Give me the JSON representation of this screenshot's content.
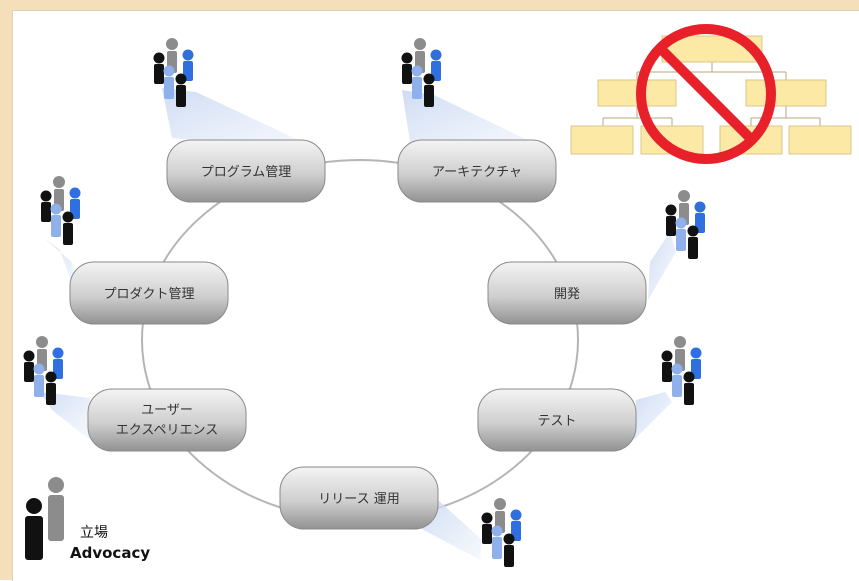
{
  "nodes": [
    {
      "id": "program",
      "label": "プログラム管理"
    },
    {
      "id": "architecture",
      "label": "アーキテクチャ"
    },
    {
      "id": "dev",
      "label": "開発"
    },
    {
      "id": "test",
      "label": "テスト"
    },
    {
      "id": "release",
      "label": "リリース 運用"
    },
    {
      "id": "ux",
      "label_line1": "ユーザー",
      "label_line2": "エクスペリエンス"
    },
    {
      "id": "product",
      "label": "プロダクト管理"
    }
  ],
  "legend": {
    "label_ja": "立場",
    "label_en": "Advocacy"
  },
  "colors": {
    "background": "#f4dfba",
    "pill_top": "#f2f2f2",
    "pill_bottom": "#9a9a9a",
    "person_black": "#111111",
    "person_gray": "#8c8c8c",
    "person_blue": "#2f6fe0",
    "person_lightblue": "#8fb0ea",
    "prohibit_red": "#e8202a",
    "org_box": "#fde9a6"
  }
}
